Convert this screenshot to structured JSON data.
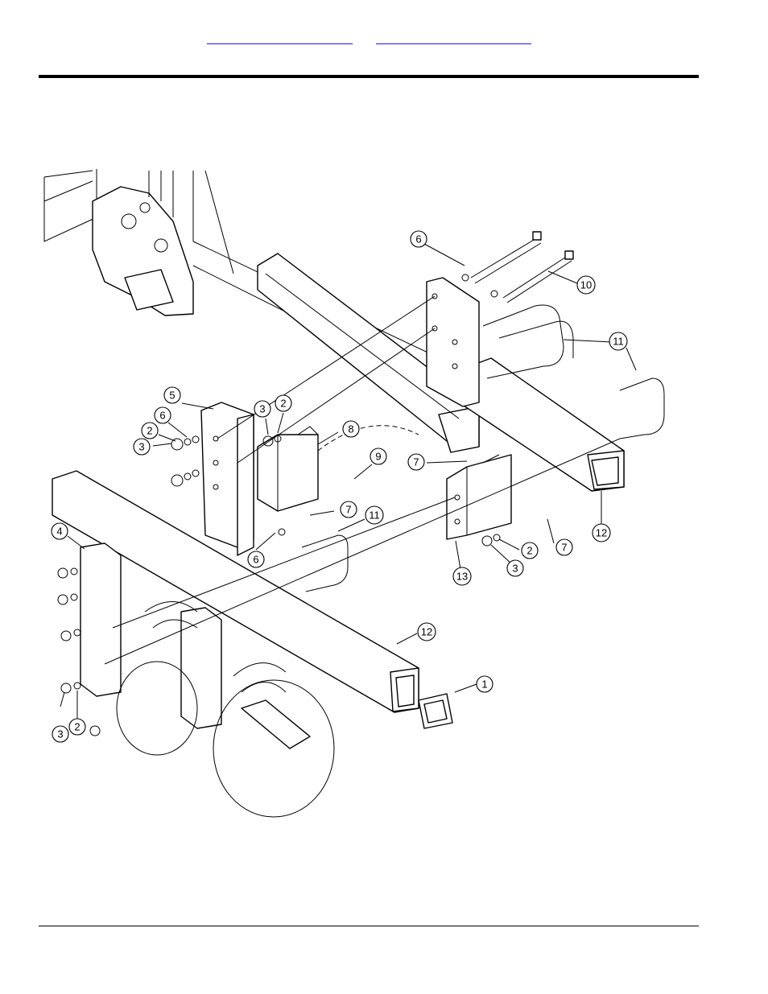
{
  "header": {
    "links": [
      {
        "label": ""
      },
      {
        "label": ""
      }
    ]
  },
  "diagram": {
    "callouts": [
      {
        "label": "1"
      },
      {
        "label": "2"
      },
      {
        "label": "2"
      },
      {
        "label": "2"
      },
      {
        "label": "2"
      },
      {
        "label": "3"
      },
      {
        "label": "3"
      },
      {
        "label": "3"
      },
      {
        "label": "3"
      },
      {
        "label": "4"
      },
      {
        "label": "5"
      },
      {
        "label": "6"
      },
      {
        "label": "6"
      },
      {
        "label": "6"
      },
      {
        "label": "7"
      },
      {
        "label": "7"
      },
      {
        "label": "7"
      },
      {
        "label": "8"
      },
      {
        "label": "9"
      },
      {
        "label": "10"
      },
      {
        "label": "11"
      },
      {
        "label": "11"
      },
      {
        "label": "12"
      },
      {
        "label": "12"
      },
      {
        "label": "13"
      }
    ]
  }
}
